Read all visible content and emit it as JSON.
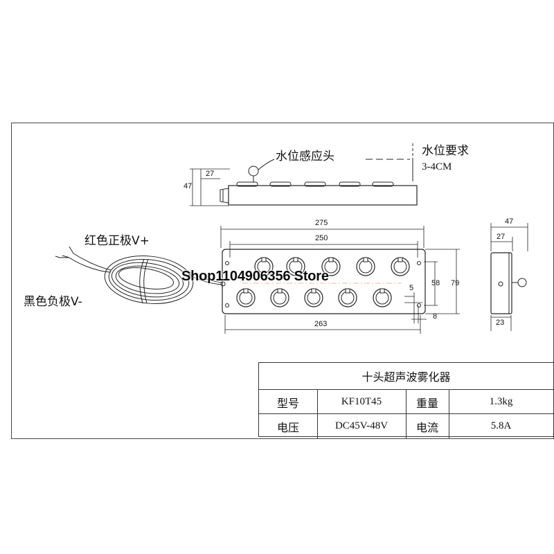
{
  "labels": {
    "sensor": "水位感应头",
    "water_level_req": "水位要求",
    "water_level_range": "3-4CM",
    "red_wire": "红色正极V+",
    "black_wire": "黑色负极V-"
  },
  "dimensions": {
    "side_47": "47",
    "side_27": "27",
    "total_275": "275",
    "inner_250": "250",
    "bottom_263": "263",
    "height_79": "79",
    "height_58": "58",
    "small_5": "5",
    "small_8": "8",
    "end_47": "47",
    "end_27": "27",
    "end_23": "23"
  },
  "watermark": "Shop1104906356 Store",
  "spec_table": {
    "title": "十头超声波雾化器",
    "rows": [
      {
        "k1": "型号",
        "v1": "KF10T45",
        "k2": "重量",
        "v2": "1.3kg"
      },
      {
        "k1": "电压",
        "v1": "DC45V-48V",
        "k2": "电流",
        "v2": "5.8A"
      }
    ]
  }
}
